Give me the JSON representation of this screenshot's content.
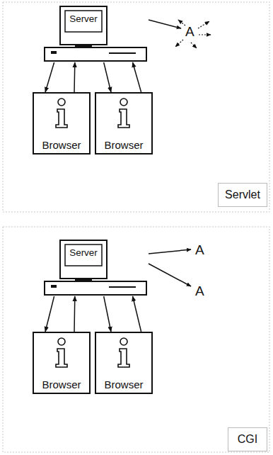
{
  "diagram": {
    "nodes": [
      {
        "text": [
          "Server"
        ]
      },
      {
        "text": [
          "Browser"
        ]
      },
      {
        "text": [
          "Browser"
        ]
      },
      {
        "text": [
          "Servlet"
        ]
      },
      {
        "text": [
          "Server"
        ]
      },
      {
        "text": [
          "Browser"
        ]
      },
      {
        "text": [
          "Browser"
        ]
      },
      {
        "text": [
          "CGI"
        ]
      }
    ],
    "edges": [
      {
        "from": 0,
        "to": 1,
        "arrow": "to"
      },
      {
        "from": 1,
        "to": 0,
        "arrow": "to"
      },
      {
        "from": 0,
        "to": 2,
        "arrow": "to"
      },
      {
        "from": 2,
        "to": 0,
        "arrow": "to"
      },
      {
        "from": 4,
        "to": 5,
        "arrow": "to"
      },
      {
        "from": 5,
        "to": 4,
        "arrow": "to"
      },
      {
        "from": 4,
        "to": 6,
        "arrow": "to"
      },
      {
        "from": 6,
        "to": 4,
        "arrow": "to"
      }
    ],
    "labels": [
      "A",
      "A",
      "A"
    ]
  }
}
